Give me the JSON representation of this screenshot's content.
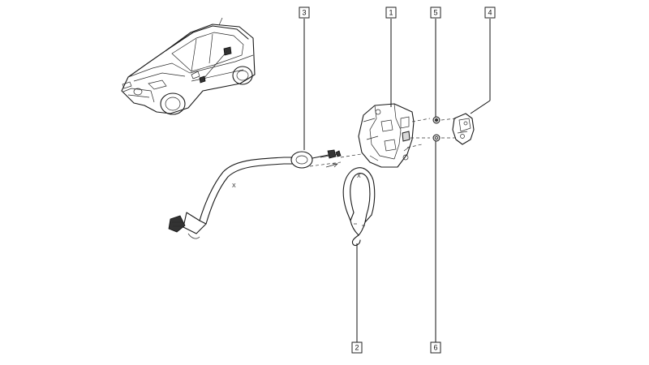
{
  "callouts": {
    "c1": "1",
    "c2": "2",
    "c3": "3",
    "c4": "4",
    "c5": "5",
    "c6": "6"
  },
  "marks": {
    "x_cable": "X",
    "x_loop": "X"
  }
}
